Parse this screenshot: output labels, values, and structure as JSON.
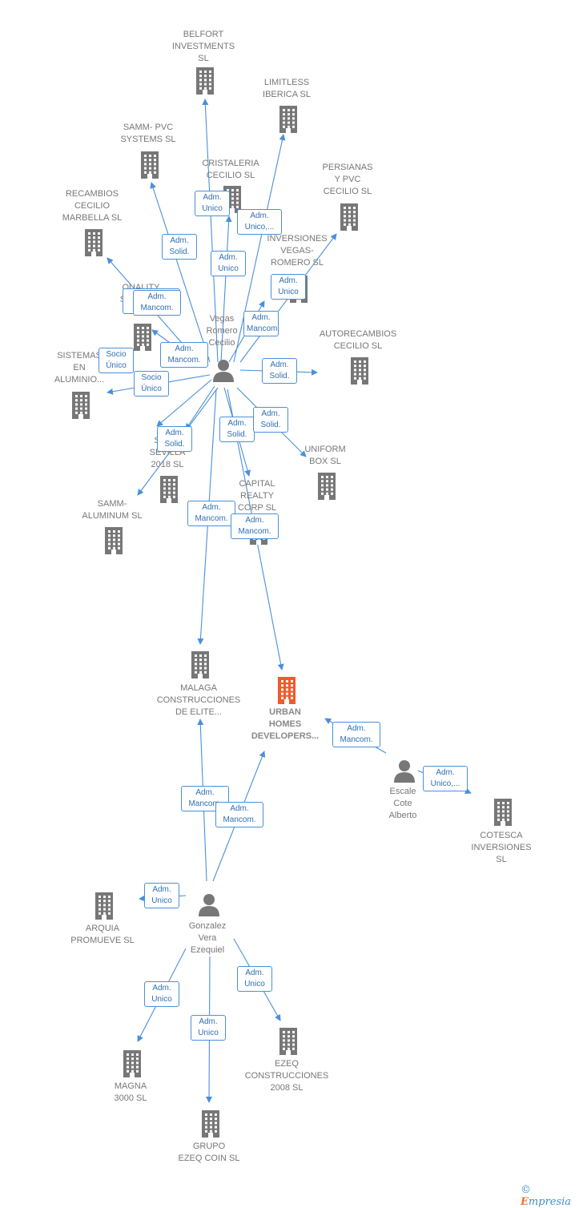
{
  "colors": {
    "edge": "#4a90d9",
    "node": "#777777",
    "target_node": "#f15a29",
    "edge_text": "#2f6fb5"
  },
  "nodes": [
    {
      "id": "belfort",
      "label": "BELFORT\nINVESTMENTS\nSL",
      "type": "company"
    },
    {
      "id": "limitless",
      "label": "LIMITLESS\nIBERICA  SL",
      "type": "company"
    },
    {
      "id": "sammpvc",
      "label": "SAMM- PVC\nSYSTEMS  SL",
      "type": "company"
    },
    {
      "id": "cristaleria",
      "label": "CRISTALERIA\nCECILIO  SL",
      "type": "company"
    },
    {
      "id": "persianas",
      "label": "PERSIANAS\nY PVC\nCECILIO SL",
      "type": "company"
    },
    {
      "id": "recambios",
      "label": "RECAMBIOS\nCECILIO\nMARBELLA SL",
      "type": "company"
    },
    {
      "id": "inversiones",
      "label": "INVERSIONES\nVEGAS-\nROMERO SL",
      "type": "company"
    },
    {
      "id": "quality",
      "label": "QUALITY\nSYSTEMS\nLIMITED",
      "type": "company"
    },
    {
      "id": "autorecambios",
      "label": "AUTORECAMBIOS\nCECILIO SL",
      "type": "company"
    },
    {
      "id": "sistemas",
      "label": "SISTEMAS\nEN\nALUMINIO...",
      "type": "company"
    },
    {
      "id": "sevilla",
      "label": "SAMM\nSEVILLA\n2018  SL",
      "type": "company"
    },
    {
      "id": "uniform",
      "label": "UNIFORM\nBOX  SL",
      "type": "company"
    },
    {
      "id": "capital",
      "label": "CAPITAL\nREALTY\nCORP  SL",
      "type": "company"
    },
    {
      "id": "sammalu",
      "label": "SAMM-\nALUMINUM  SL",
      "type": "company"
    },
    {
      "id": "malaga",
      "label": "MALAGA\nCONSTRUCCIONES\nDE ELITE...",
      "type": "company"
    },
    {
      "id": "urban",
      "label": "URBAN\nHOMES\nDEVELOPERS...",
      "type": "target"
    },
    {
      "id": "cotesca",
      "label": "COTESCA\nINVERSIONES\nSL",
      "type": "company"
    },
    {
      "id": "arquia",
      "label": "ARQUIA\nPROMUEVE  SL",
      "type": "company"
    },
    {
      "id": "magna",
      "label": "MAGNA\n3000  SL",
      "type": "company"
    },
    {
      "id": "ezeq",
      "label": "EZEQ\nCONSTRUCCIONES\n2008  SL",
      "type": "company"
    },
    {
      "id": "grupo",
      "label": "GRUPO\nEZEQ COIN  SL",
      "type": "company"
    },
    {
      "id": "vegas",
      "label": "Vegas\nRomero\nCecilio",
      "type": "person"
    },
    {
      "id": "escale",
      "label": "Escale\nCote\nAlberto",
      "type": "person"
    },
    {
      "id": "gonzalez",
      "label": "Gonzalez\nVera\nEzequiel",
      "type": "person"
    }
  ],
  "edges": [
    {
      "from": "vegas",
      "to": "belfort",
      "label": "Adm.\nUnico"
    },
    {
      "from": "vegas",
      "to": "limitless",
      "label": "Adm.\nUnico,..."
    },
    {
      "from": "vegas",
      "to": "sammpvc",
      "label": "Adm.\nSolid."
    },
    {
      "from": "vegas",
      "to": "cristaleria",
      "label": "Adm.\nUnico"
    },
    {
      "from": "vegas",
      "to": "persianas",
      "label": "Adm.\nUnico"
    },
    {
      "from": "vegas",
      "to": "inversiones",
      "label": "Adm.\nUnico"
    },
    {
      "from": "vegas",
      "to": "recambios",
      "label": "Adm.\nMancom."
    },
    {
      "from": "vegas",
      "to": "quality",
      "label": "Adm.\nMancom."
    },
    {
      "from": "vegas",
      "to": "autorecambios",
      "label": "Adm.\nSolid."
    },
    {
      "from": "vegas",
      "to": "sistemas",
      "label": "Socio\nÚnico"
    },
    {
      "from": "vegas",
      "to": "sevilla",
      "label": "Socio\nÚnico"
    },
    {
      "from": "vegas",
      "to": "sevilla",
      "label": "Adm.\nMancom."
    },
    {
      "from": "vegas",
      "to": "sammalu",
      "label": "Adm.\nSolid."
    },
    {
      "from": "vegas",
      "to": "capital",
      "label": "Adm.\nSolid."
    },
    {
      "from": "vegas",
      "to": "uniform",
      "label": "Adm.\nSolid."
    },
    {
      "from": "vegas",
      "to": "malaga",
      "label": "Adm.\nMancom."
    },
    {
      "from": "vegas",
      "to": "urban",
      "label": "Adm.\nMancom."
    },
    {
      "from": "escale",
      "to": "urban",
      "label": "Adm.\nMancom."
    },
    {
      "from": "escale",
      "to": "cotesca",
      "label": "Adm.\nUnico,..."
    },
    {
      "from": "gonzalez",
      "to": "malaga",
      "label": "Adm.\nMancom."
    },
    {
      "from": "gonzalez",
      "to": "urban",
      "label": "Adm.\nMancom."
    },
    {
      "from": "gonzalez",
      "to": "arquia",
      "label": "Adm.\nUnico"
    },
    {
      "from": "gonzalez",
      "to": "magna",
      "label": "Adm.\nUnico"
    },
    {
      "from": "gonzalez",
      "to": "grupo",
      "label": "Adm.\nUnico"
    },
    {
      "from": "gonzalez",
      "to": "ezeq",
      "label": "Adm.\nUnico"
    }
  ],
  "footer": {
    "copyright_symbol": "©",
    "brand_first": "E",
    "brand_rest": "mpresia"
  }
}
